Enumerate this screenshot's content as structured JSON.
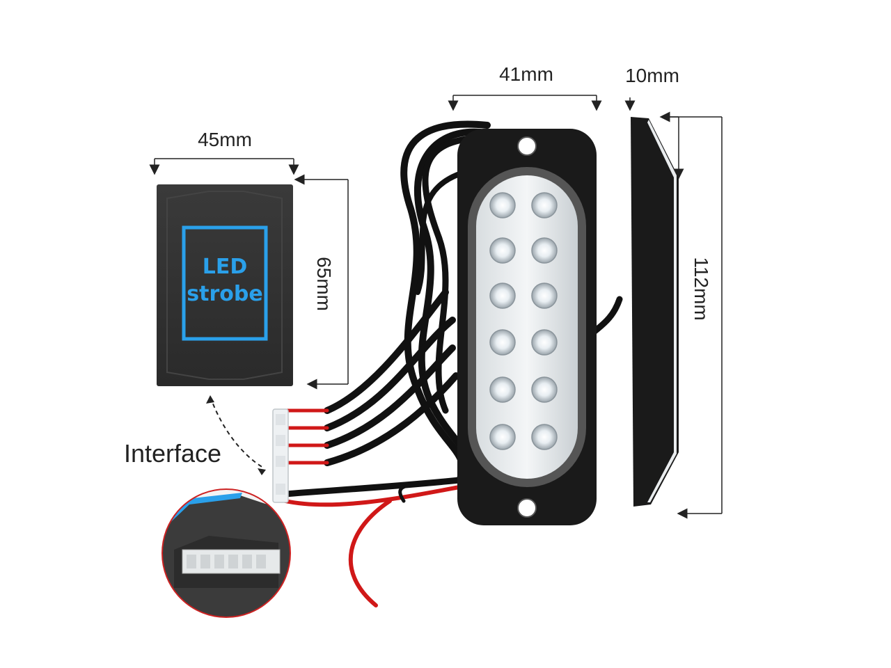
{
  "dimensions": {
    "controller_width": "45mm",
    "controller_height": "65mm",
    "light_width": "41mm",
    "light_depth": "10mm",
    "light_height": "112mm"
  },
  "controller": {
    "label_line1": "LED",
    "label_line2": "strobe",
    "accent_color": "#2aa0ea"
  },
  "callout": {
    "label": "Interface"
  },
  "colors": {
    "wire_red": "#d01818",
    "wire_black": "#111111",
    "housing": "#1a1a1a"
  }
}
